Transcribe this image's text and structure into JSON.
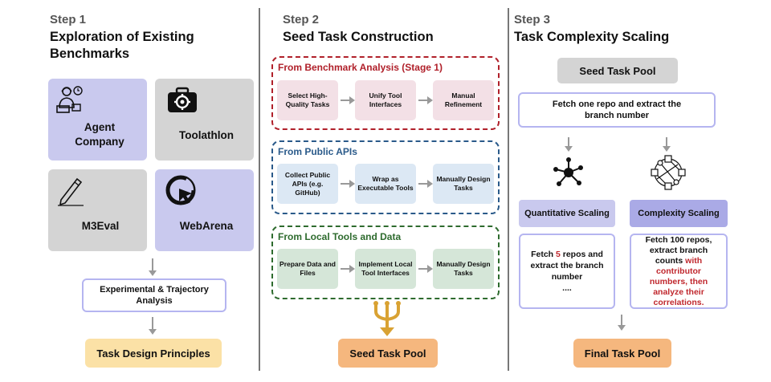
{
  "step1": {
    "label": "Step 1",
    "title": "Exploration of Existing Benchmarks",
    "benchmarks": [
      {
        "name": "Agent Company",
        "icon": "agent-worker-icon",
        "color": "#c9c9ee"
      },
      {
        "name": "Toolathlon",
        "icon": "toolbox-gear-icon",
        "color": "#d4d4d4"
      },
      {
        "name": "M3Eval",
        "icon": "pencil-icon",
        "color": "#d4d4d4"
      },
      {
        "name": "WebArena",
        "icon": "web-cursor-icon",
        "color": "#c9c9ee"
      }
    ],
    "analysis": "Experimental & Trajectory Analysis",
    "principles": "Task Design Principles"
  },
  "step2": {
    "label": "Step 2",
    "title": "Seed Task Construction",
    "groups": [
      {
        "title": "From Benchmark Analysis (Stage 1)",
        "color": "#b0202a",
        "box_color": "#f3e0e6",
        "steps": [
          "Select High-Quality Tasks",
          "Unify Tool Interfaces",
          "Manual Refinement"
        ]
      },
      {
        "title": "From Public APIs",
        "color": "#2a5a8a",
        "box_color": "#dce8f4",
        "steps": [
          "Collect Public APIs (e.g. GitHub)",
          "Wrap as Executable Tools",
          "Manually Design Tasks"
        ]
      },
      {
        "title": "From Local Tools and Data",
        "color": "#2e6b2e",
        "box_color": "#d5e6d8",
        "steps": [
          "Prepare Data and Files",
          "Implement Local Tool Interfaces",
          "Manually Design Tasks"
        ]
      }
    ],
    "merge_icon": "merge-arrows-icon",
    "pool": "Seed Task Pool"
  },
  "step3": {
    "label": "Step 3",
    "title": "Task Complexity Scaling",
    "seed_pool": "Seed Task Pool",
    "fetch_one": "Fetch one repo and extract the branch number",
    "quant_icon": "hub-network-icon",
    "complex_icon": "complex-graph-icon",
    "quant_label": "Quantitative Scaling",
    "complex_label": "Complexity Scaling",
    "quant_desc": {
      "a": "Fetch ",
      "num": "5",
      "b": " repos and extract the branch number",
      "c": "...."
    },
    "complex_desc": {
      "a": "Fetch 100 repos, extract branch counts ",
      "red": "with contributor numbers, then analyze their correlations."
    },
    "final_pool": "Final Task Pool"
  },
  "colors": {
    "lavender": "#c9c9ee",
    "gray": "#d4d4d4",
    "yellow": "#fbe1a6",
    "orange": "#f5b77e",
    "arrow": "#999999"
  }
}
